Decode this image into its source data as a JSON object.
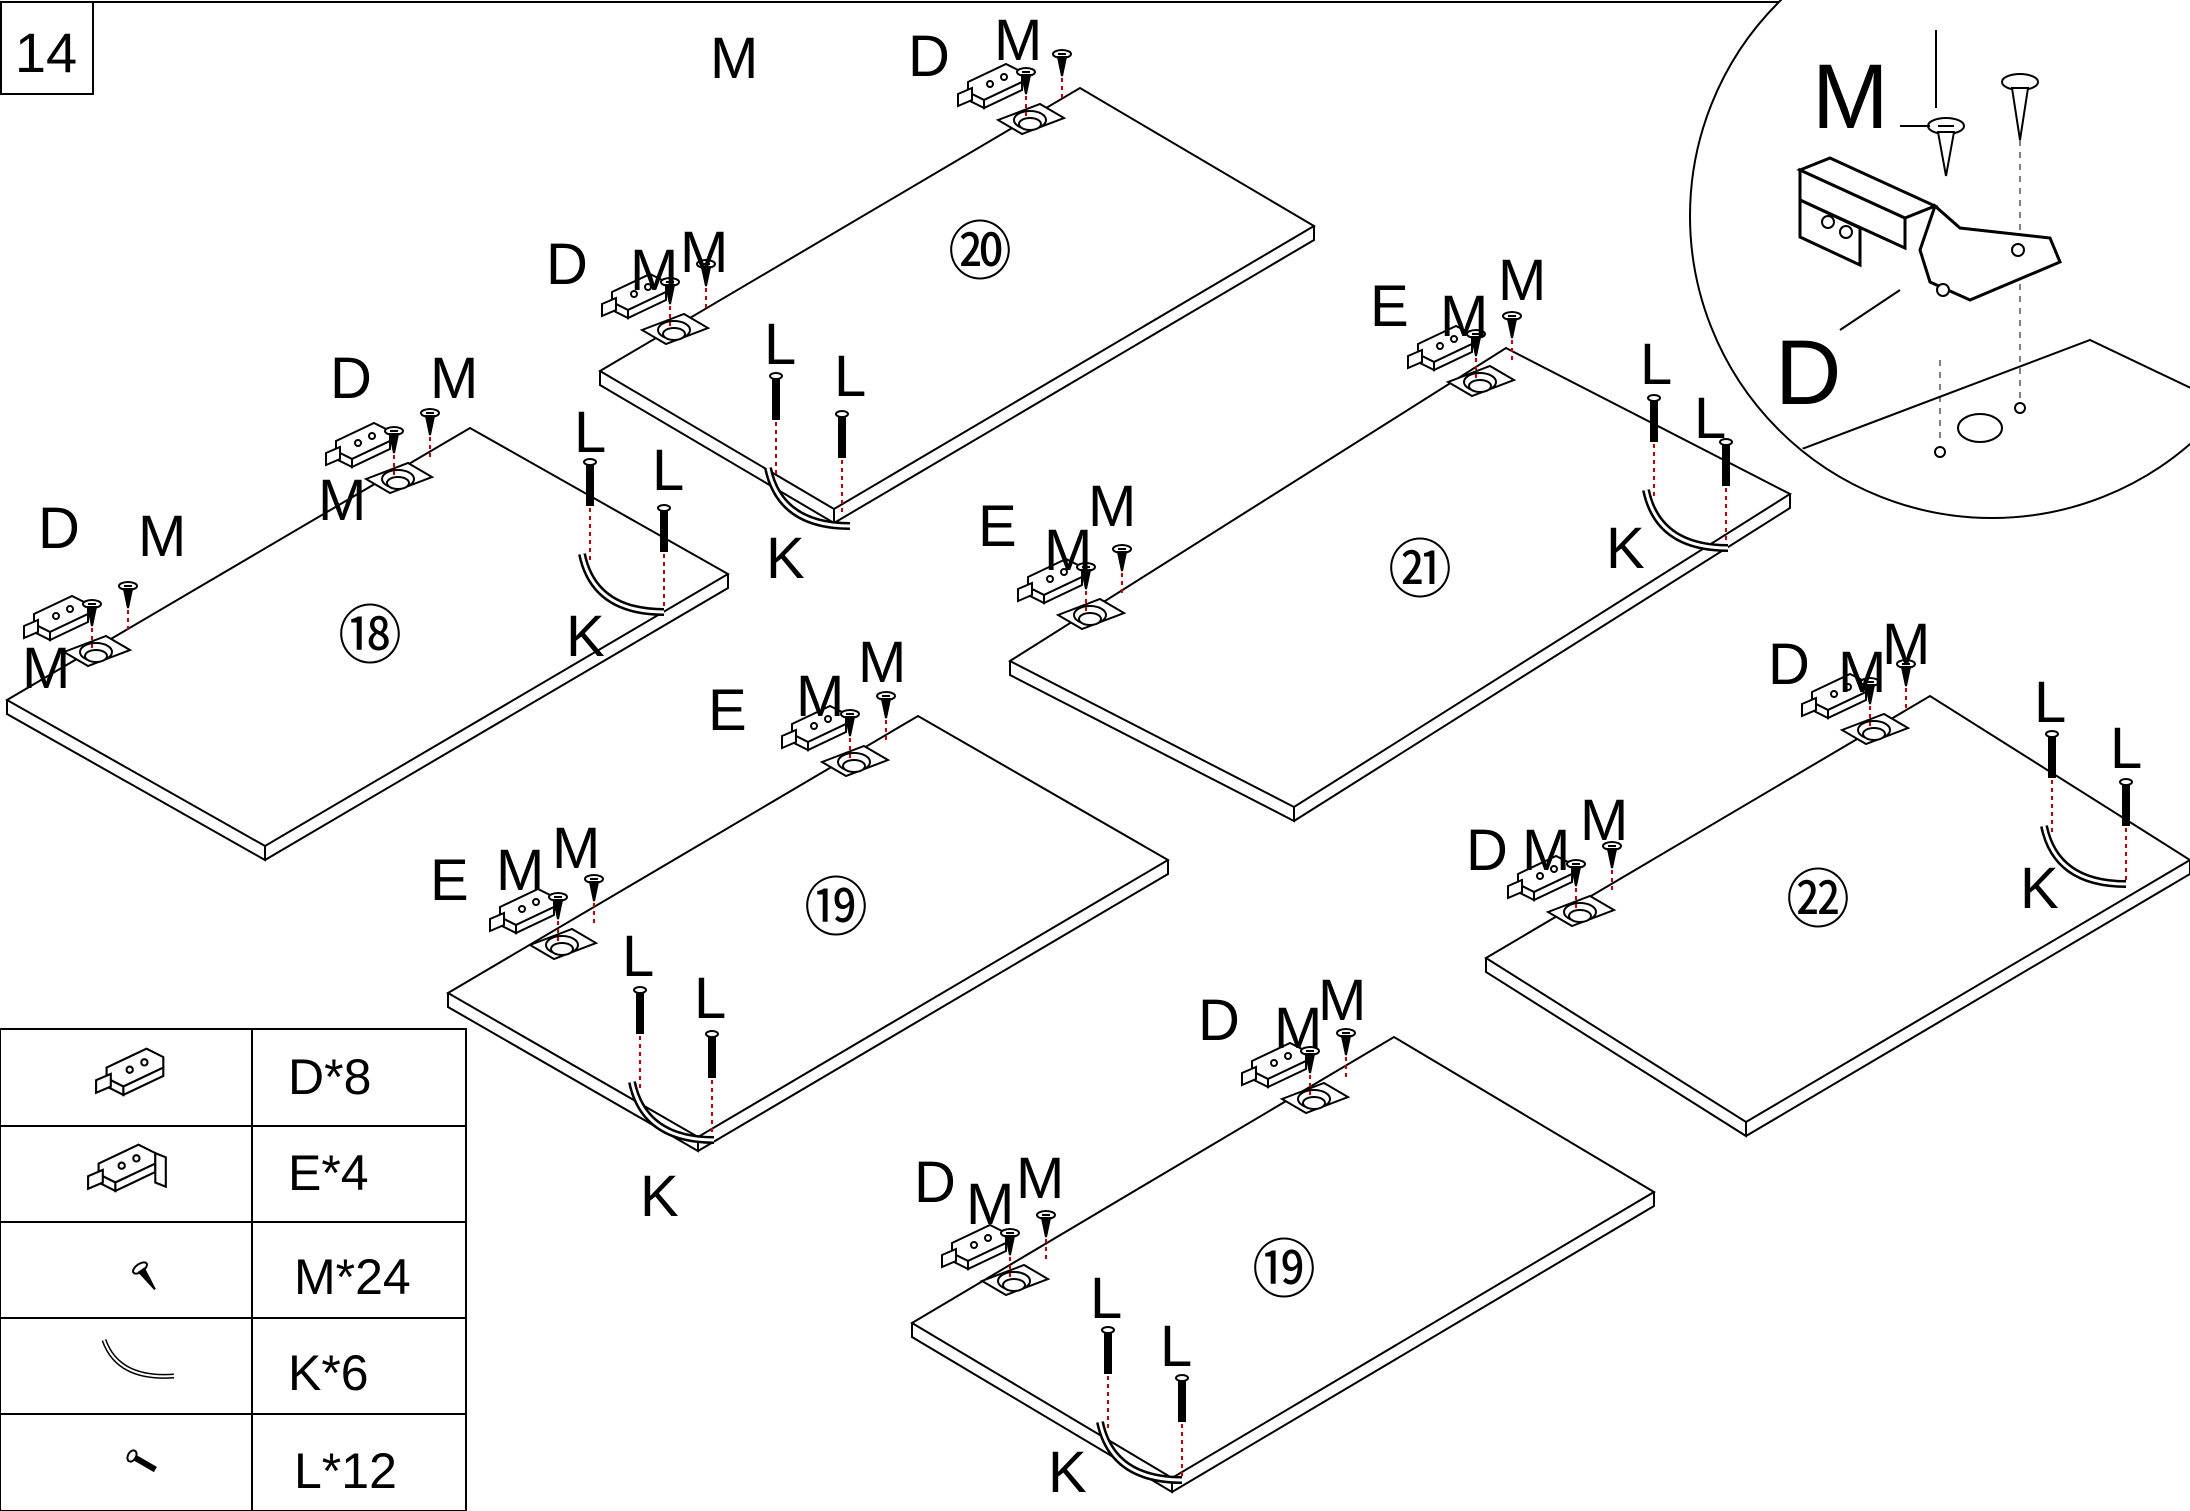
{
  "step_number": "14",
  "panels": [
    {
      "id": "18",
      "number": "⑱",
      "labels": {
        "hinge_a": "D",
        "hinge_b": "D",
        "screw_a_top": "M",
        "screw_a_side": "M",
        "screw_b_top": "M",
        "screw_b_side": "M",
        "bolt1": "L",
        "bolt2": "L",
        "handle": "K"
      }
    },
    {
      "id": "20",
      "number": "⑳",
      "labels": {
        "hinge_a": "D",
        "hinge_b": "D",
        "screw_a_top": "M",
        "screw_a_side": "M",
        "screw_b_top": "M",
        "screw_b_side": "M",
        "bolt1": "L",
        "bolt2": "L",
        "handle": "K"
      }
    },
    {
      "id": "21",
      "number": "㉑",
      "labels": {
        "hinge_a": "E",
        "hinge_b": "E",
        "screw_a_top": "M",
        "screw_a_side": "M",
        "screw_b_top": "M",
        "screw_b_side": "M",
        "bolt1": "L",
        "bolt2": "L",
        "handle": "K"
      }
    },
    {
      "id": "19a",
      "number": "⑲",
      "labels": {
        "hinge_a": "E",
        "hinge_b": "E",
        "screw_a_top": "M",
        "screw_a_side": "M",
        "screw_b_top": "M",
        "screw_b_side": "M",
        "bolt1": "L",
        "bolt2": "L",
        "handle": "K"
      }
    },
    {
      "id": "22",
      "number": "㉒",
      "labels": {
        "hinge_a": "D",
        "hinge_b": "D",
        "screw_a_top": "M",
        "screw_a_side": "M",
        "screw_b_top": "M",
        "screw_b_side": "M",
        "bolt1": "L",
        "bolt2": "L",
        "handle": "K"
      }
    },
    {
      "id": "19b",
      "number": "⑲",
      "labels": {
        "hinge_a": "D",
        "hinge_b": "D",
        "screw_a_top": "M",
        "screw_a_side": "M",
        "screw_b_top": "M",
        "screw_b_side": "M",
        "bolt1": "L",
        "bolt2": "L",
        "handle": "K"
      }
    }
  ],
  "detail_callout": {
    "screw_label": "M",
    "hinge_label": "D"
  },
  "parts_table": [
    {
      "icon": "hinge-d-icon",
      "label": "D*8"
    },
    {
      "icon": "hinge-e-icon",
      "label": "E*4"
    },
    {
      "icon": "screw-m-icon",
      "label": "M*24"
    },
    {
      "icon": "handle-k-icon",
      "label": "K*6"
    },
    {
      "icon": "bolt-l-icon",
      "label": "L*12"
    }
  ]
}
